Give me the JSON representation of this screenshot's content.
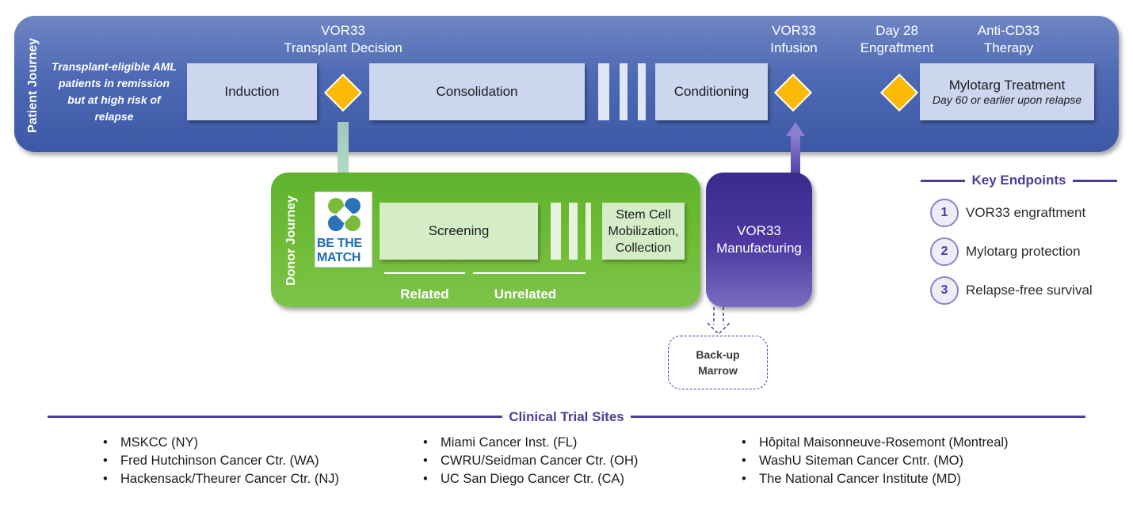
{
  "patient_journey": {
    "label": "Patient Journey",
    "population": "Transplant-eligible AML patients in remission but at high risk of relapse",
    "headers": {
      "transplant_decision": "VOR33\nTransplant Decision",
      "infusion": "VOR33\nInfusion",
      "engraftment": "Day 28\nEngraftment",
      "anti_cd33": "Anti-CD33\nTherapy"
    },
    "stages": {
      "induction": "Induction",
      "consolidation": "Consolidation",
      "conditioning": "Conditioning",
      "mylotarg_title": "Mylotarg Treatment",
      "mylotarg_sub": "Day 60 or earlier upon relapse"
    }
  },
  "donor_journey": {
    "label": "Donor Journey",
    "logo_text": "BE THE MATCH",
    "screening": "Screening",
    "collection": "Stem Cell Mobilization, Collection",
    "related": "Related",
    "unrelated": "Unrelated"
  },
  "manufacturing": "VOR33\nManufacturing",
  "backup": "Back-up\nMarrow",
  "key_endpoints": {
    "title": "Key Endpoints",
    "items": [
      {
        "num": "1",
        "text": "VOR33 engraftment"
      },
      {
        "num": "2",
        "text": "Mylotarg protection"
      },
      {
        "num": "3",
        "text": "Relapse-free survival"
      }
    ]
  },
  "clinical_trial_sites": {
    "title": "Clinical Trial Sites",
    "columns": [
      [
        "MSKCC (NY)",
        "Fred Hutchinson Cancer Ctr. (WA)",
        "Hackensack/Theurer Cancer Ctr. (NJ)"
      ],
      [
        "Miami Cancer Inst. (FL)",
        "CWRU/Seidman Cancer Ctr. (OH)",
        "UC San Diego Cancer Ctr. (CA)"
      ],
      [
        "Hôpital Maisonneuve-Rosemont (Montreal)",
        "WashU Siteman Cancer Cntr. (MO)",
        "The National Cancer Institute (MD)"
      ]
    ]
  },
  "colors": {
    "patient_band": "#4e69b4",
    "donor_band": "#72bd3a",
    "manufacturing": "#4e3aa2",
    "diamond": "#fcba06",
    "accent": "#4b3d9c"
  }
}
